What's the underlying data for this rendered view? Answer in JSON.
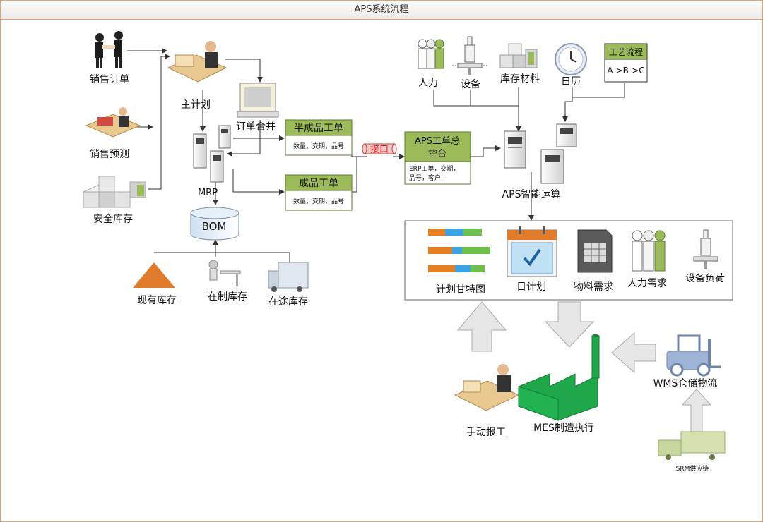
{
  "window": {
    "title": "APS系统流程"
  },
  "inputs": {
    "sales_order": "销售订单",
    "sales_forecast": "销售预测",
    "safety_stock": "安全库存",
    "master_plan": "主计划",
    "order_merge": "订单合并",
    "mrp": "MRP",
    "bom": "BOM",
    "on_hand": "现有库存",
    "wip": "在制库存",
    "in_transit": "在途库存"
  },
  "work_orders": {
    "semi_title": "半成品工单",
    "semi_fields": "数量，交期，品号",
    "finished_title": "成品工单",
    "finished_fields": "数量，交期，品号",
    "interface": "接口"
  },
  "console": {
    "title_line1": "APS工单总",
    "title_line2": "控台",
    "fields_line1": "ERP工单，交期，",
    "fields_line2": "品号，客户…"
  },
  "resources": {
    "manpower": "人力",
    "equipment": "设备",
    "inventory_material": "库存材料",
    "calendar": "日历",
    "process_title": "工艺流程",
    "process_flow": "A->B->C"
  },
  "engine": {
    "label": "APS智能运算"
  },
  "outputs": {
    "gantt": "计划甘特图",
    "daily_plan": "日计划",
    "material_req": "物料需求",
    "manpower_req": "人力需求",
    "equipment_load": "设备负荷"
  },
  "execution": {
    "manual_report": "手动报工",
    "mes": "MES制造执行",
    "wms": "WMS仓储物流",
    "srm": "SRM供应链"
  },
  "colors": {
    "accent_green": "#9bbb59",
    "header_green": "#c4d79b",
    "factory_green": "#1fa84a",
    "interface_red": "#e02020",
    "frame_orange": "#e3a06b"
  }
}
